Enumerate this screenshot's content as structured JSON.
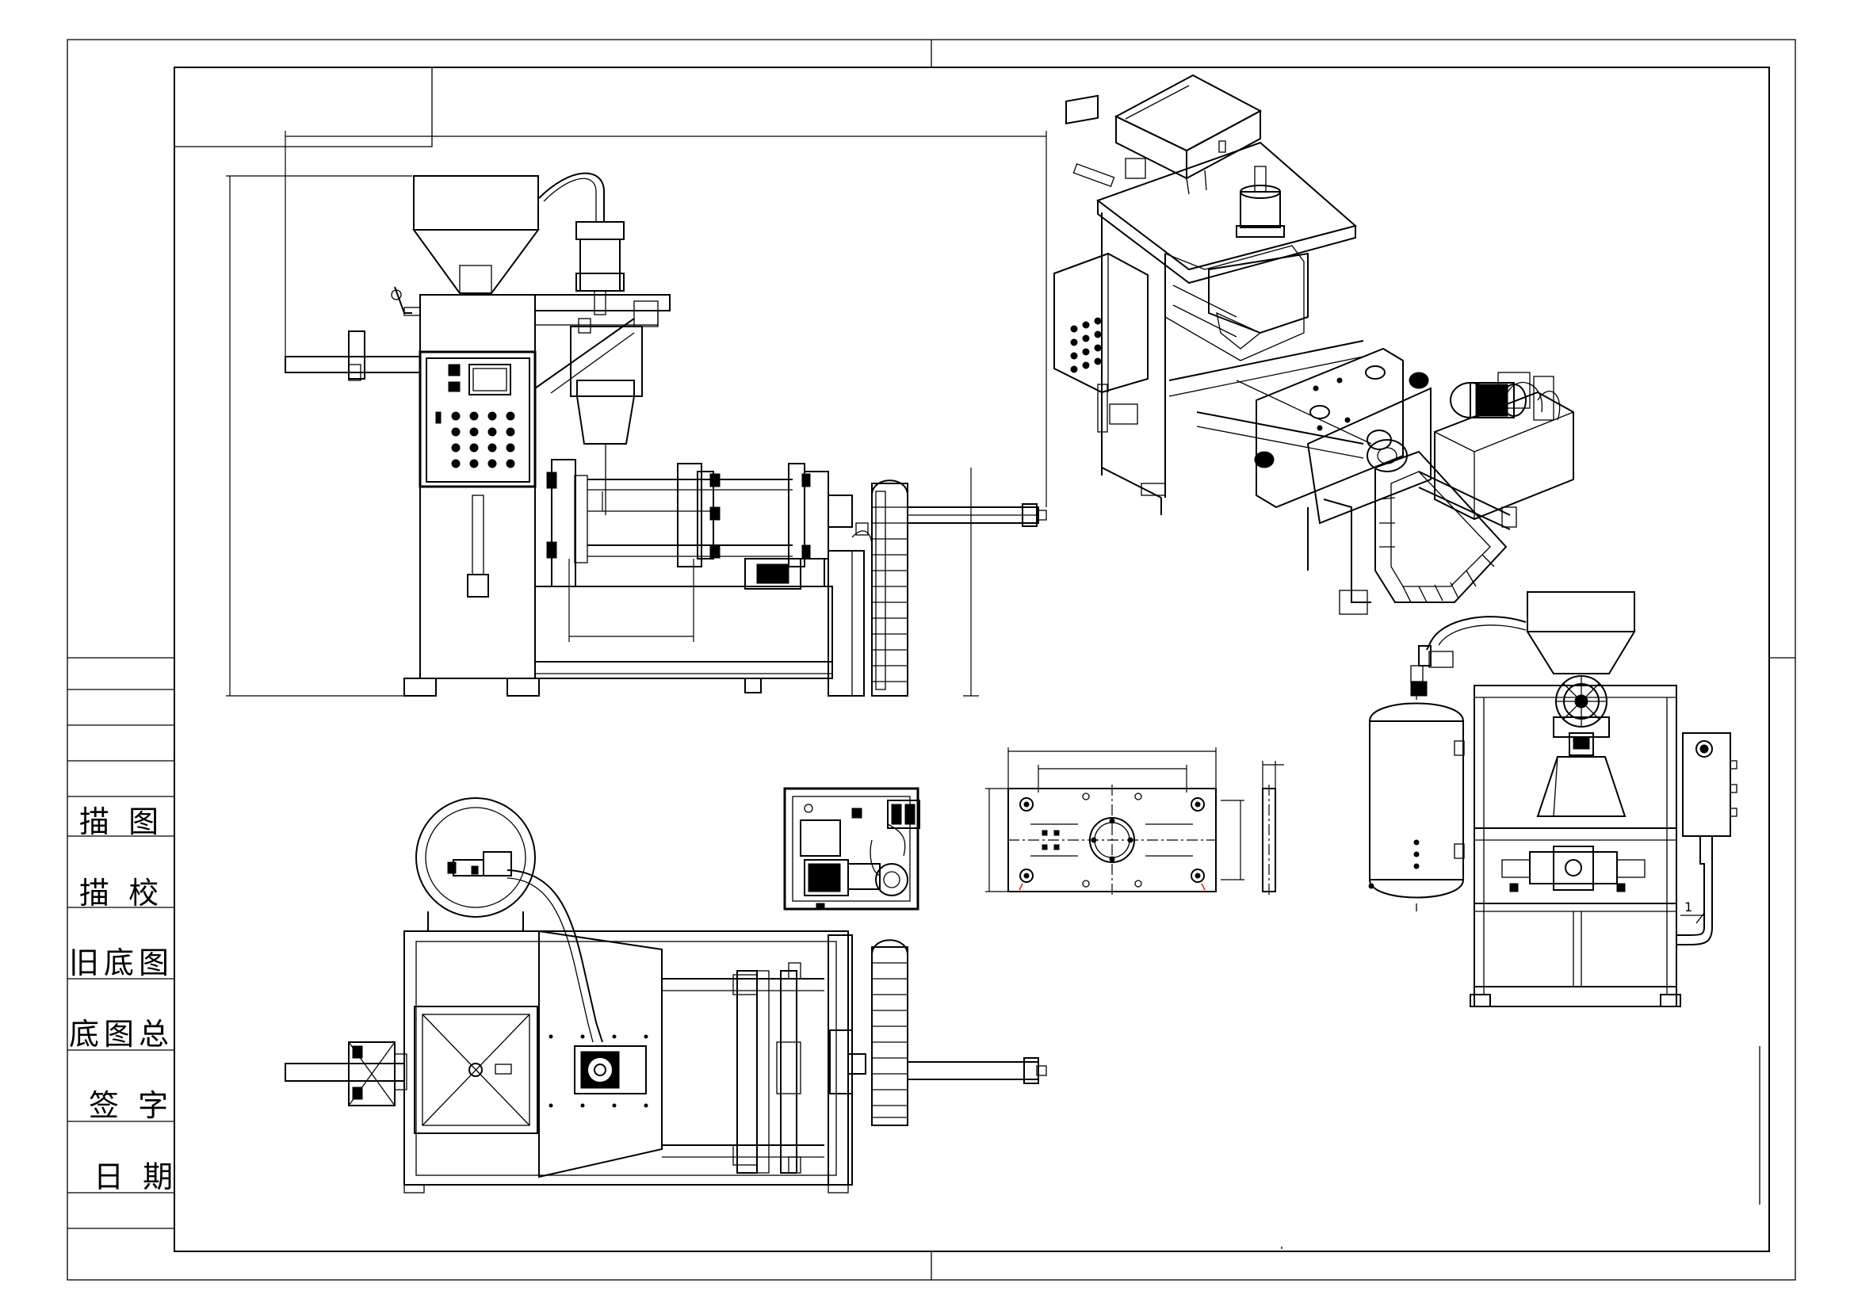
{
  "title_block": {
    "rows": [
      {
        "label": "描 图"
      },
      {
        "label": "描 校"
      },
      {
        "label": "旧底图"
      },
      {
        "label": "底图总"
      },
      {
        "label": "签 字"
      },
      {
        "label": "日 期"
      }
    ]
  },
  "callouts": {
    "item_1": "1"
  },
  "icons": {
    "hmi_screen": "hmi-screen-icon",
    "button_grid": "button-grid-icon",
    "motor": "motor-icon",
    "pulley": "pulley-icon",
    "chain": "chain-track-icon"
  }
}
